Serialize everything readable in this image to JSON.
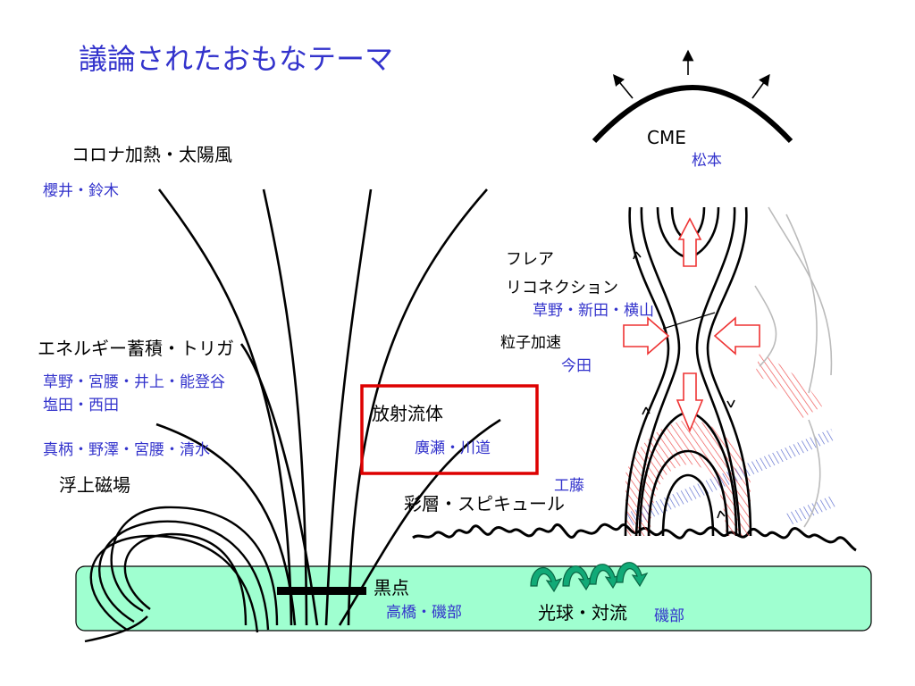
{
  "title": "議論されたおもなテーマ",
  "topics": {
    "corona": {
      "label": "コロナ加熱・太陽風",
      "people": "櫻井・鈴木"
    },
    "energy": {
      "label": "エネルギー蓄積・トリガ",
      "people_line1": "草野・宮腰・井上・能登谷",
      "people_line2": "塩田・西田"
    },
    "flux_emergence": {
      "label": "浮上磁場",
      "people": "真柄・野澤・宮腰・清水"
    },
    "cme": {
      "label": "CME",
      "people": "松本"
    },
    "reconnection": {
      "label_line1": "フレア",
      "label_line2": "リコネクション",
      "people": "草野・新田・横山"
    },
    "particle": {
      "label": "粒子加速",
      "people": "今田"
    },
    "radiative": {
      "label": "放射流体",
      "people": "廣瀬・川道"
    },
    "kudo": {
      "people": "工藤"
    },
    "chromosphere": {
      "label": "彩層・スピキュール"
    },
    "sunspot": {
      "label": "黒点",
      "people": "高橋・磯部"
    },
    "photosphere": {
      "label": "光球・対流",
      "people": "磯部"
    }
  },
  "colors": {
    "title": "#3333cc",
    "names": "#3333cc",
    "photosphere_fill": "#9fffd0",
    "box_outline": "#dd0000",
    "arrow_outline": "#ee3333",
    "hatch_red": "#ee5555",
    "hatch_blue": "#5566cc",
    "convection_arrows": "#11aa77"
  }
}
